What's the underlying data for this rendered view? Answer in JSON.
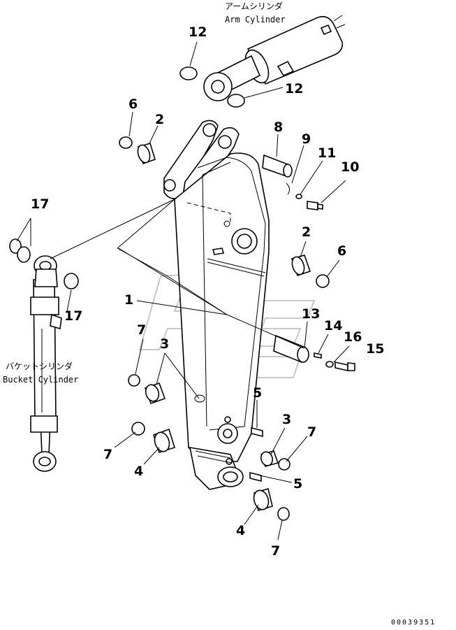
{
  "callouts": [
    {
      "id": "c12a",
      "label": "12"
    },
    {
      "id": "c12b",
      "label": "12"
    },
    {
      "id": "c6a",
      "label": "6"
    },
    {
      "id": "c2a",
      "label": "2"
    },
    {
      "id": "c8",
      "label": "8"
    },
    {
      "id": "c9",
      "label": "9"
    },
    {
      "id": "c11",
      "label": "11"
    },
    {
      "id": "c10",
      "label": "10"
    },
    {
      "id": "c17a",
      "label": "17"
    },
    {
      "id": "c2b",
      "label": "2"
    },
    {
      "id": "c6b",
      "label": "6"
    },
    {
      "id": "c1",
      "label": "1"
    },
    {
      "id": "c17b",
      "label": "17"
    },
    {
      "id": "c13",
      "label": "13"
    },
    {
      "id": "c14",
      "label": "14"
    },
    {
      "id": "c16",
      "label": "16"
    },
    {
      "id": "c15",
      "label": "15"
    },
    {
      "id": "c7a",
      "label": "7"
    },
    {
      "id": "c3a",
      "label": "3"
    },
    {
      "id": "c5a",
      "label": "5"
    },
    {
      "id": "c3b",
      "label": "3"
    },
    {
      "id": "c7b",
      "label": "7"
    },
    {
      "id": "c7c",
      "label": "7"
    },
    {
      "id": "c4a",
      "label": "4"
    },
    {
      "id": "c5b",
      "label": "5"
    },
    {
      "id": "c4b",
      "label": "4"
    },
    {
      "id": "c7d",
      "label": "7"
    }
  ],
  "captions": {
    "arm_cylinder_jp": "アームシリンダ",
    "arm_cylinder_en": "Arm Cylinder",
    "bucket_cylinder_jp": "バケットシリンダ",
    "bucket_cylinder_en": "Bucket Cylinder"
  },
  "drawing_code": "00039351"
}
